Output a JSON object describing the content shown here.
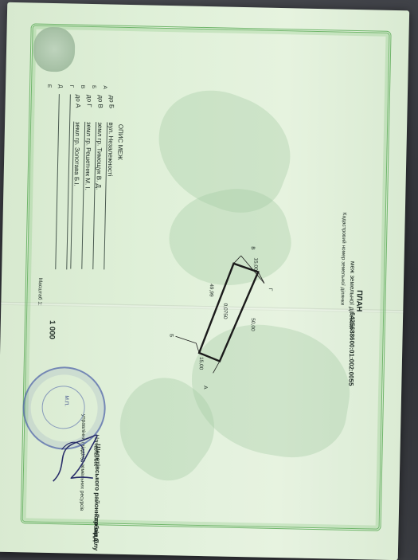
{
  "document": {
    "title": "ПЛАН",
    "subtitle": "меж земельної ділянки",
    "cadastral_label": "Кадастровий номер земельної ділянки",
    "cadastral_number": "6425688600:01:002:0055",
    "boundaries_title": "ОПИС МЕЖ",
    "boundaries": [
      {
        "letter": "А",
        "from": "до Б",
        "text": "вул. Незалежності"
      },
      {
        "letter": "Б",
        "from": "до В",
        "text": "земл гр. Тимощук В. Д."
      },
      {
        "letter": "В",
        "from": "до Г",
        "text": "земл гр. Решетняк М. І."
      },
      {
        "letter": "Г",
        "from": "до А",
        "text": "земл гр. Золотава Б.І."
      },
      {
        "letter": "Д",
        "from": "",
        "text": ""
      },
      {
        "letter": "Е",
        "from": "",
        "text": ""
      }
    ],
    "scale_label": "Масштаб 1:",
    "scale_value": "1 000",
    "plan": {
      "area": "0,0750",
      "side_AB": "15,00",
      "side_BV": "49,99",
      "side_VG": "15,00",
      "side_GA": "50,00",
      "corners": [
        "А",
        "Б",
        "В",
        "Г"
      ]
    },
    "signature_block": {
      "head_title": "Начальник",
      "office_line1": "управління (відділу) земельних ресурсів",
      "office_line2": "Шепетівського районного відділу",
      "name": "Гарбар О",
      "stamp_label": "М.П."
    }
  }
}
